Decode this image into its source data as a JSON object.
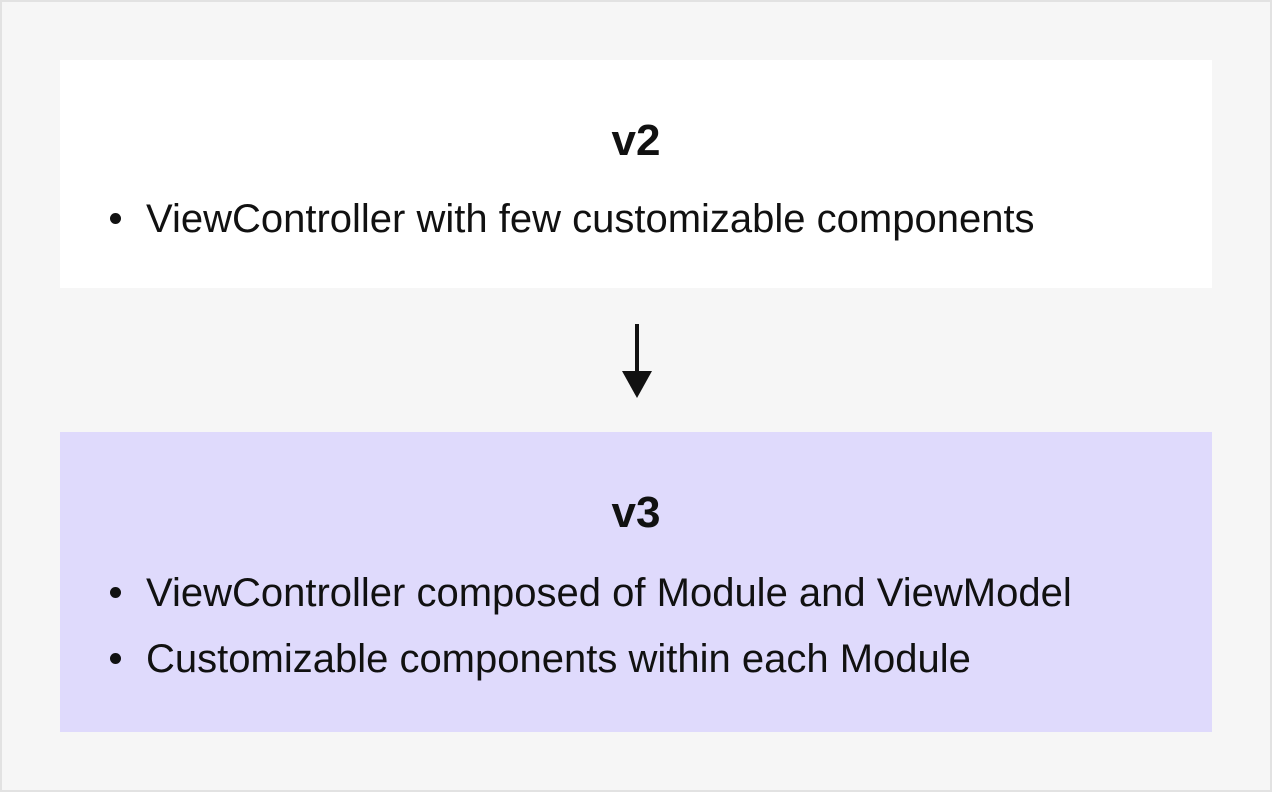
{
  "colors": {
    "page_background": "#f6f6f6",
    "page_border": "#e2e2e2",
    "v2_box_fill": "#ffffff",
    "v3_box_fill": "#dfdafc",
    "text": "#111111",
    "arrow": "#111111"
  },
  "v2": {
    "title": "v2",
    "items": [
      {
        "text": "ViewController with few customizable components"
      }
    ]
  },
  "arrow": {
    "icon": "arrow-down-icon"
  },
  "v3": {
    "title": "v3",
    "items": [
      {
        "text": "ViewController composed of Module and ViewModel"
      },
      {
        "text": "Customizable components within each Module"
      }
    ]
  }
}
